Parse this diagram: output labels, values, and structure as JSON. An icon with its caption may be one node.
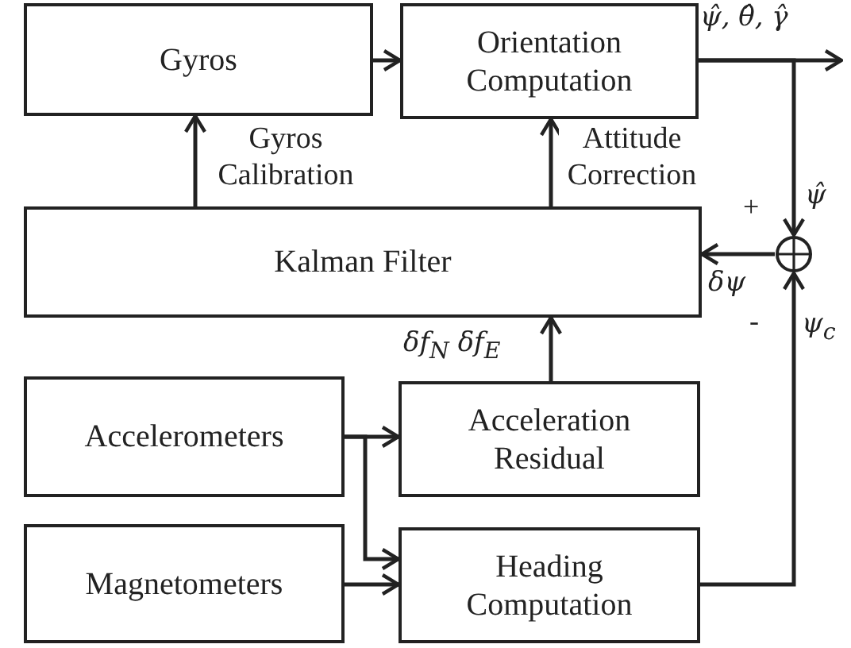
{
  "diagram": {
    "nodes": [
      {
        "text": [
          "Gyros"
        ]
      },
      {
        "text": [
          "Orientation Computation"
        ]
      },
      {
        "text": [
          "Kalman Filter"
        ]
      },
      {
        "text": [
          "Accelerometers"
        ]
      },
      {
        "text": [
          "Acceleration Residual"
        ]
      },
      {
        "text": [
          "Magnetometers"
        ]
      },
      {
        "text": [
          "Heading Computation"
        ]
      },
      {
        "text": [],
        "shape": "circle",
        "beside": [
          "+",
          "-"
        ]
      }
    ],
    "edges": [
      {
        "from": 0,
        "to": 1,
        "arrow": "to"
      },
      {
        "from": 2,
        "to": 0,
        "arrow": "to",
        "label": "Gyros Calibration"
      },
      {
        "from": 2,
        "to": 1,
        "arrow": "to",
        "label": "Attitude Correction"
      },
      {
        "from": 1,
        "to": null,
        "arrow": "to",
        "label": "ψ̂, θ̂, γ̂"
      },
      {
        "from": 1,
        "to": 7,
        "arrow": "to",
        "label": "ψ̂"
      },
      {
        "from": 7,
        "to": 2,
        "arrow": "to",
        "label": "δψ"
      },
      {
        "from": 6,
        "to": 7,
        "arrow": "to",
        "label": "ψ$_{c}$"
      },
      {
        "from": 4,
        "to": 2,
        "arrow": "to",
        "label": "δf$_{N}$  δf$_{E}$"
      },
      {
        "from": 3,
        "to": 4,
        "arrow": "to"
      },
      {
        "from": 3,
        "to": 6,
        "arrow": "to"
      },
      {
        "from": 5,
        "to": 6,
        "arrow": "to"
      }
    ]
  }
}
